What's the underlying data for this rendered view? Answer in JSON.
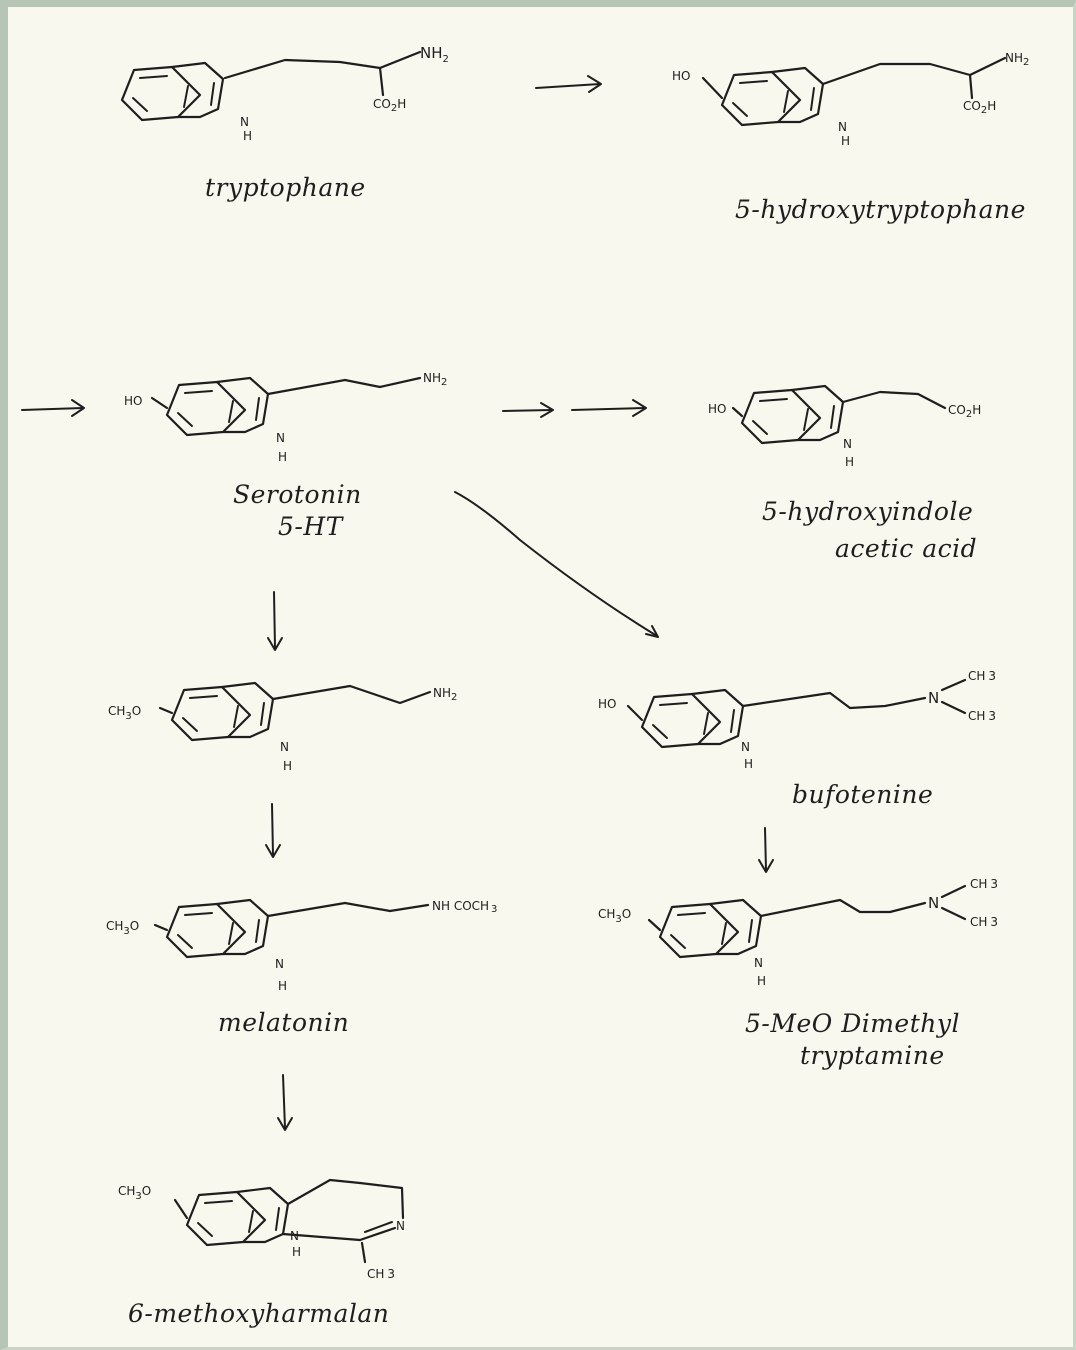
{
  "compounds": {
    "tryptophane": "tryptophane",
    "hydroxytryptophane": "5-hydroxytryptophane",
    "serotonin": "Serotonin",
    "serotonin_abbr": "5-HT",
    "hiaa_line1": "5-hydroxyindole",
    "hiaa_line2": "acetic acid",
    "bufotenine": "bufotenine",
    "meo_dmt_line1": "5-MeO Dimethyl",
    "meo_dmt_line2": "tryptamine",
    "melatonin": "melatonin",
    "methoxyharmalan": "6-methoxyharmalan"
  },
  "atoms": {
    "nh": "N",
    "h": "H",
    "nh2": "NH",
    "two": "2",
    "co2h_co": "CO",
    "co2h_h": "H",
    "ho": "HO",
    "ch": "CH",
    "three": "3",
    "o": "O",
    "n": "N",
    "nhcoch3": "NH COCH",
    "ch3": "CH3"
  }
}
